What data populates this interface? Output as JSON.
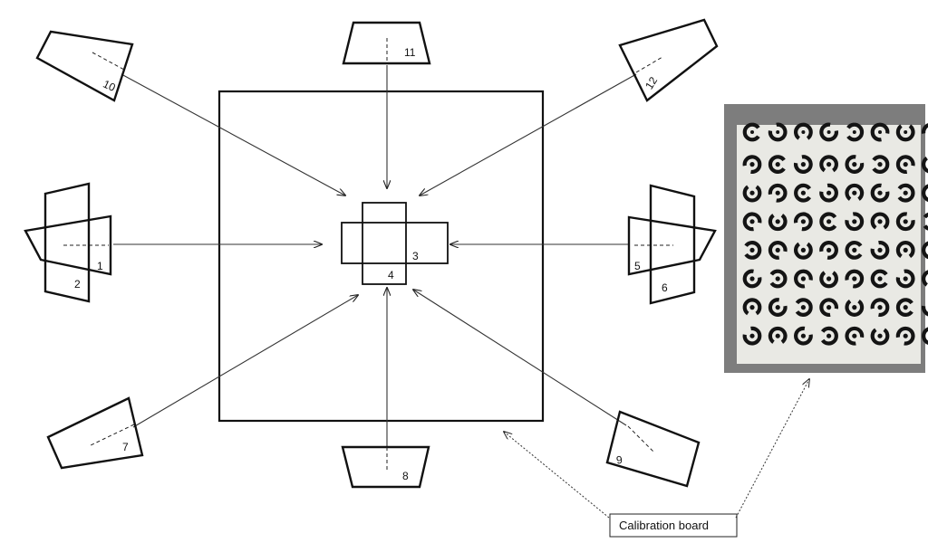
{
  "diagram": {
    "cameras": [
      "1",
      "2",
      "3",
      "4",
      "5",
      "6",
      "7",
      "8",
      "9",
      "10",
      "11",
      "12"
    ],
    "callout_label": "Calibration board"
  },
  "photo": {
    "rows": 8,
    "cols": 8,
    "background": "#e9e9e4",
    "frame": "#7d7d7d",
    "target_color": "#141414"
  }
}
